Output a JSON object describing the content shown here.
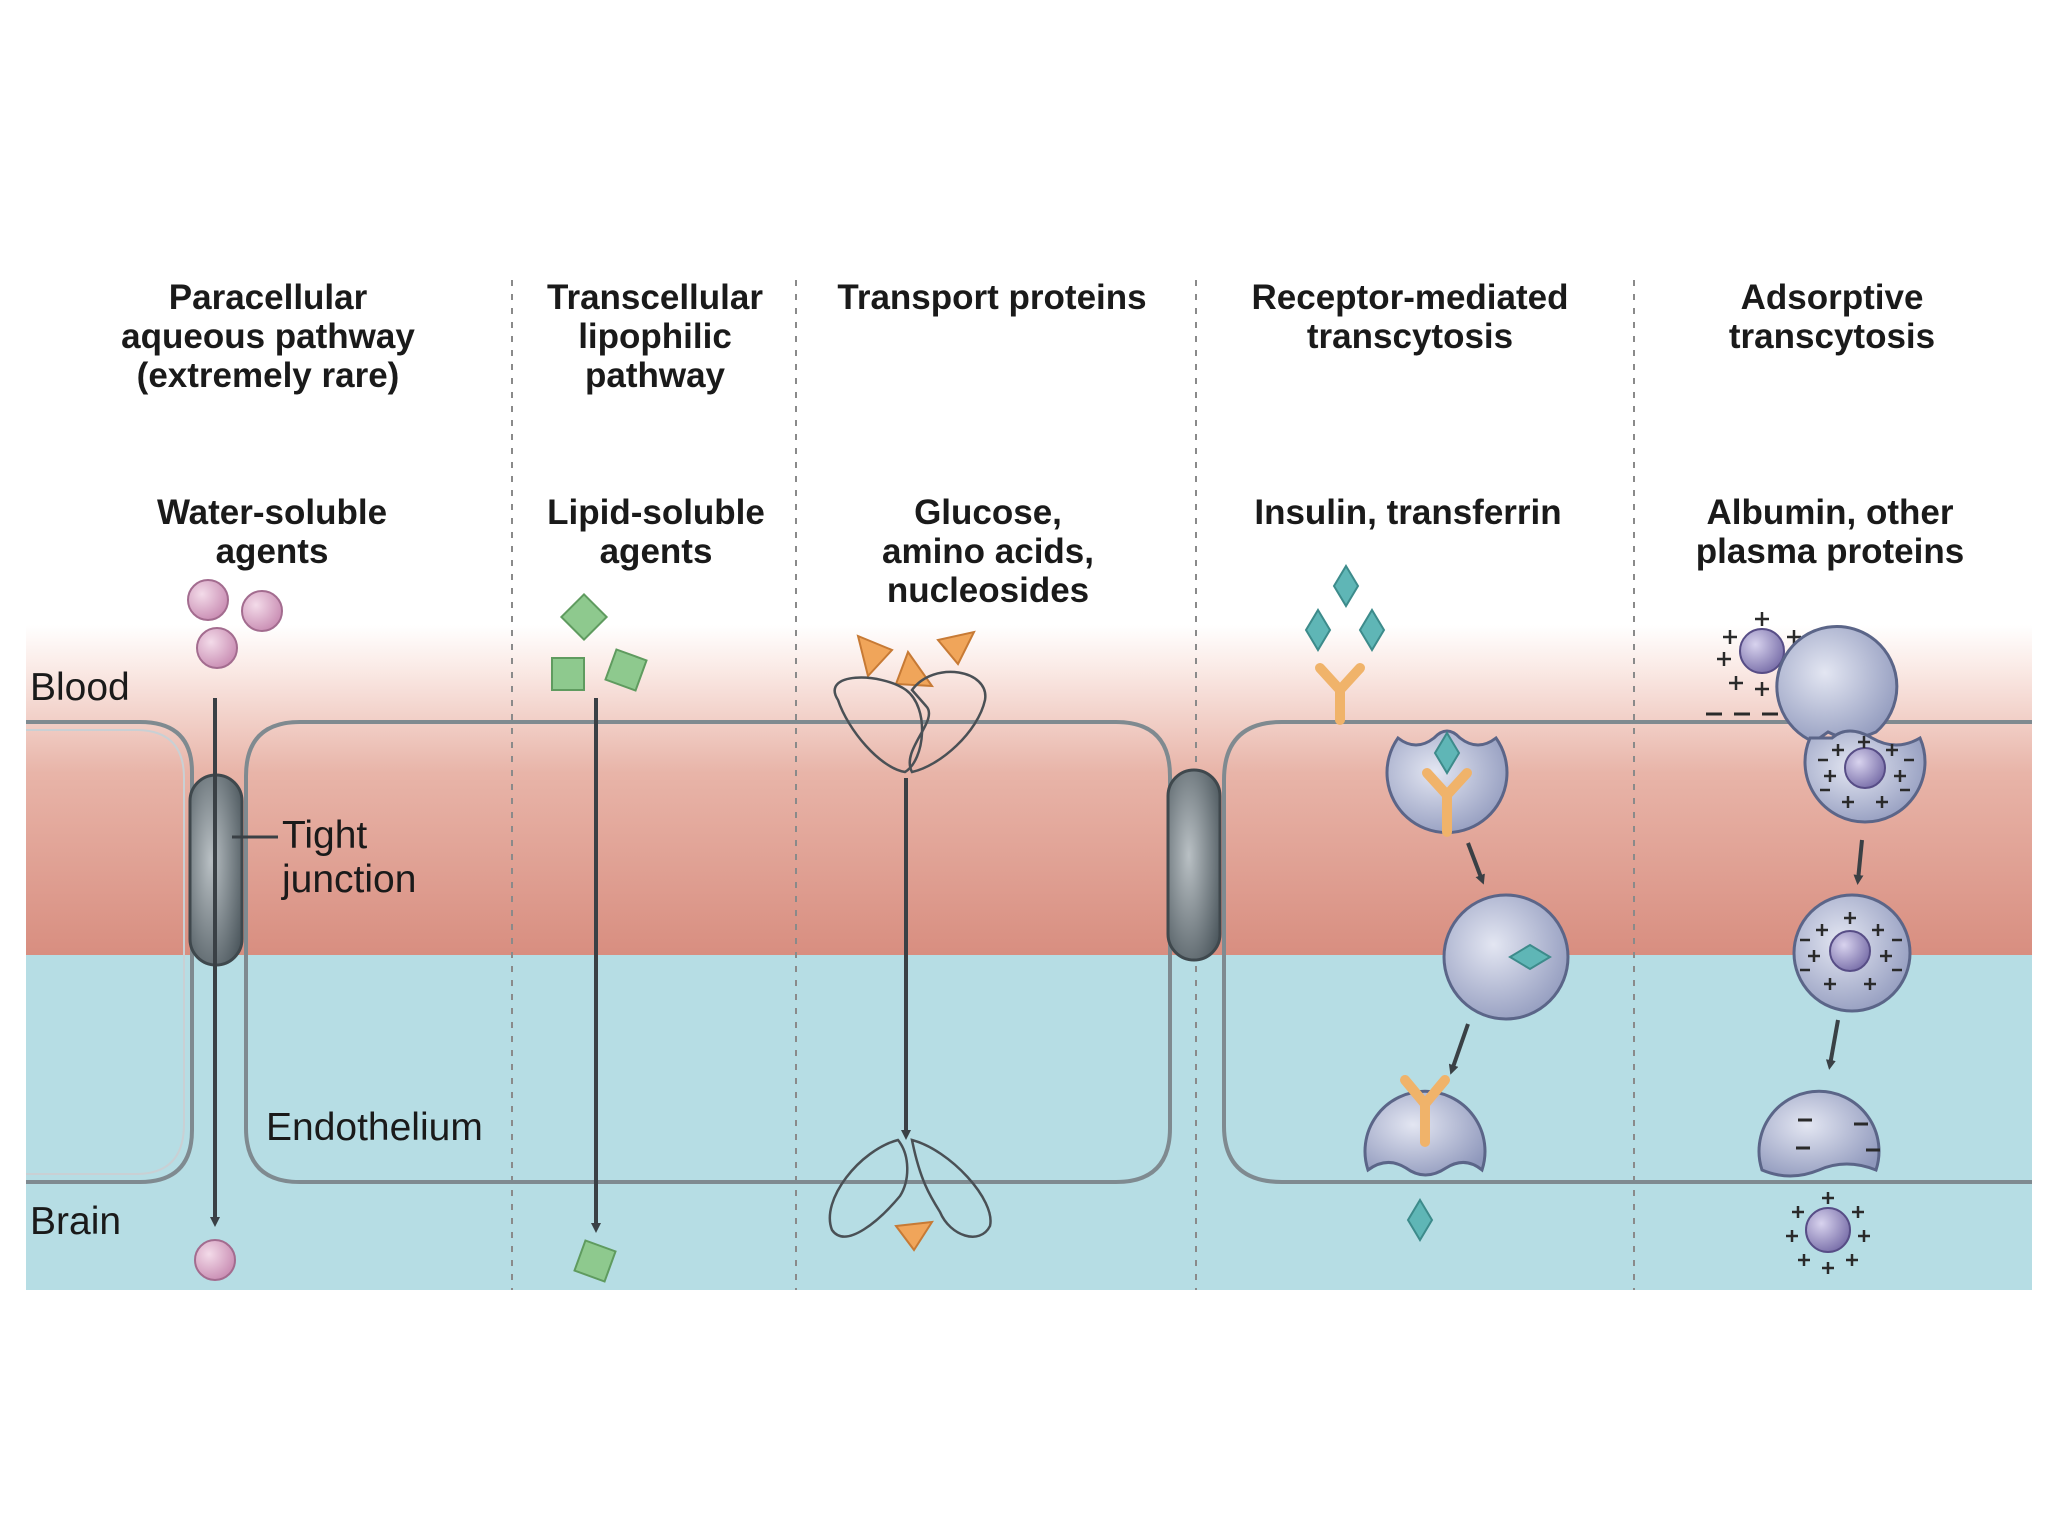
{
  "columns": [
    {
      "title": "Paracellular\naqueous pathway\n(extremely rare)",
      "agents": "Water-soluble\nagents"
    },
    {
      "title": "Transcellular\nlipophilic\npathway",
      "agents": "Lipid-soluble\nagents"
    },
    {
      "title": "Transport proteins",
      "agents": "Glucose,\namino acids,\nnucleosides"
    },
    {
      "title": "Receptor-mediated\ntranscytosis",
      "agents": "Insulin, transferrin"
    },
    {
      "title": "Adsorptive\ntranscytosis",
      "agents": "Albumin, other\nplasma proteins"
    }
  ],
  "labels": {
    "blood": "Blood",
    "brain": "Brain",
    "tight_junction": "Tight\njunction",
    "endothelium": "Endothelium"
  },
  "colors": {
    "blood_top": "#fbeeea",
    "blood_mid": "#e7b0a4",
    "blood_deep": "#d98d7f",
    "brain": "#b4dde3",
    "membrane": "#7f8a90",
    "water_agent": "#d6a6c4",
    "lipid_agent": "#8ec98e",
    "glucose_agent": "#f0a55a",
    "insulin_agent": "#5fb6b6",
    "receptor": "#f0b36a",
    "vesicle": "#9aa4c4",
    "albumin": "#8e86b6"
  }
}
